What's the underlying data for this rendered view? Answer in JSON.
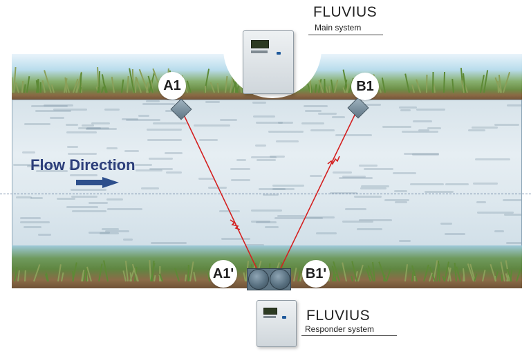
{
  "main_system": {
    "brand": "FLUVIUS",
    "subtitle": "Main system"
  },
  "responder_system": {
    "brand": "FLUVIUS",
    "subtitle": "Responder system"
  },
  "flow": {
    "label": "Flow Direction"
  },
  "sensors": {
    "a1": "A1",
    "b1": "B1",
    "a1_prime": "A1'",
    "b1_prime": "B1'"
  },
  "colors": {
    "beam": "#d42020",
    "flow_text": "#2c3e7a",
    "flow_arrow": "#2d4f8c"
  },
  "icons": {
    "flow_arrow": "arrow-right-icon",
    "beam_marker": "signal-zigzag-icon"
  }
}
